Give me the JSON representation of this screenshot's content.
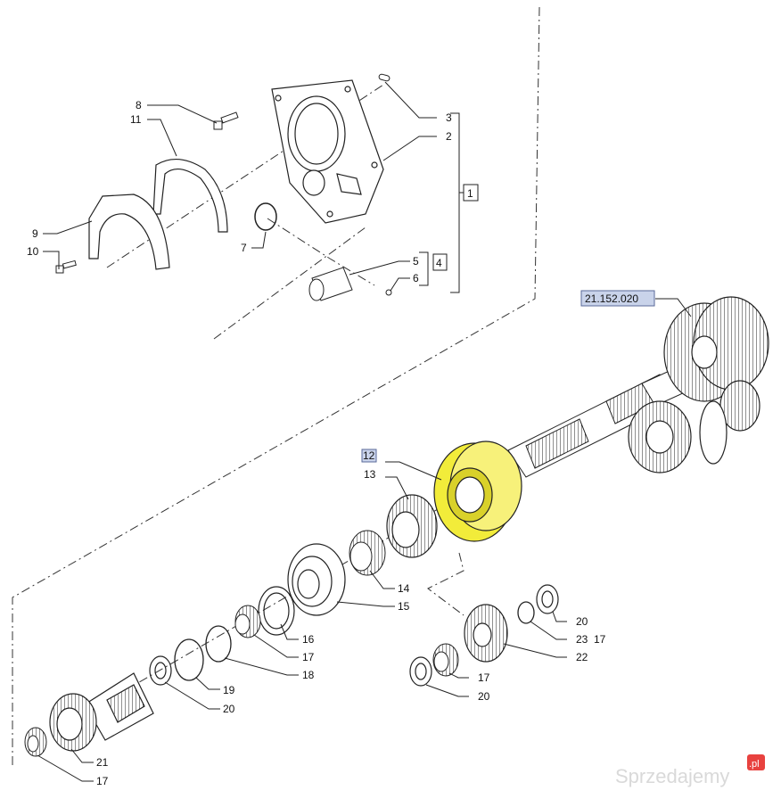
{
  "diagram": {
    "part_numbers": [
      "1",
      "2",
      "3",
      "4",
      "5",
      "6",
      "7",
      "8",
      "9",
      "10",
      "11",
      "12",
      "13",
      "14",
      "15",
      "16",
      "17",
      "17",
      "17",
      "17",
      "18",
      "19",
      "20",
      "20",
      "20",
      "21",
      "22",
      "23"
    ],
    "reference_tag": "21.152.020",
    "highlighted_item": "12",
    "highlight_color": "#f2ec3a",
    "highlight_box_color": "#c9d3ea"
  },
  "watermark": {
    "text": "Sprzedajemy",
    "suffix": ".pl",
    "badge_color": "#e8423f"
  },
  "icons": [
    "housing-cover-icon",
    "gear-icon",
    "bearing-icon",
    "snap-ring-icon",
    "washer-icon",
    "bolt-icon",
    "shaft-icon"
  ]
}
